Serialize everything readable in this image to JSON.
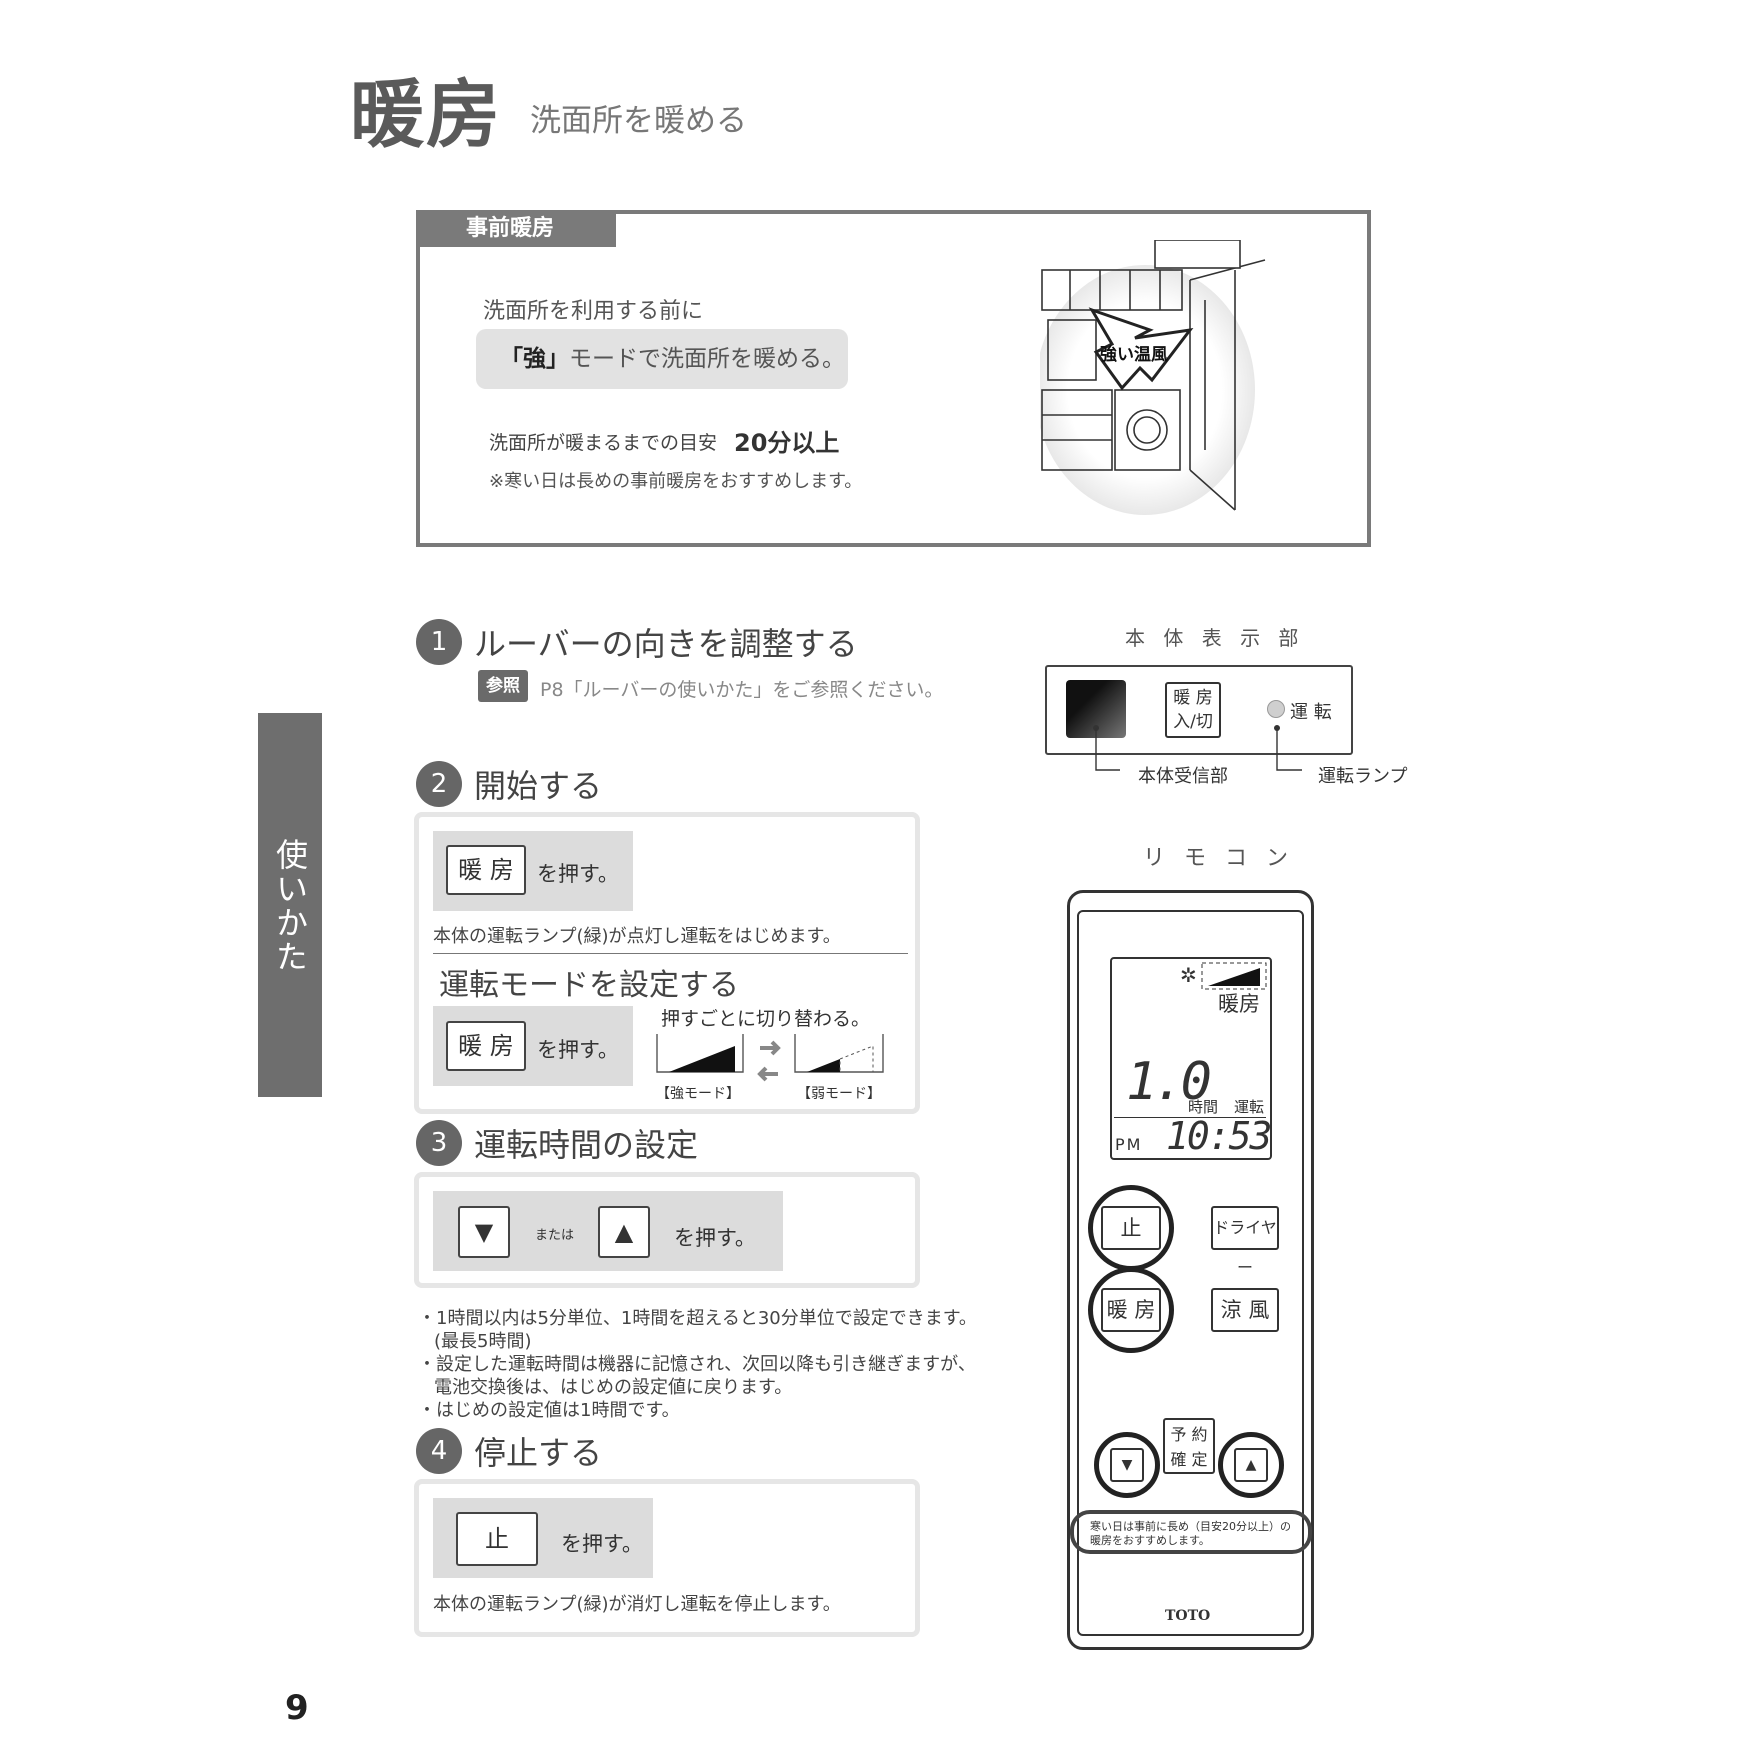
{
  "header": {
    "title": "暖房",
    "subtitle": "洗面所を暖める"
  },
  "side_tab": {
    "label": "使いかた"
  },
  "preheat": {
    "tab": "事前暖房",
    "line1": "洗面所を利用する前に",
    "mode_strong": "「強」",
    "mode_rest": "モードで洗面所を暖める。",
    "guide_label": "洗面所が暖まるまでの目安",
    "guide_value": "20分以上",
    "note": "※寒い日は長めの事前暖房をおすすめします。",
    "illustration_label": "強い温風"
  },
  "steps": {
    "s1": {
      "num": "1",
      "title": "ルーバーの向きを調整する",
      "ref_badge": "参照",
      "ref_text": "P8「ルーバーの使いかた」をご参照ください。"
    },
    "s2": {
      "num": "2",
      "title": "開始する",
      "key": "暖 房",
      "press": "を押す。",
      "desc": "本体の運転ランプ(緑)が点灯し運転をはじめます。",
      "mode_title": "運転モードを設定する",
      "key2": "暖 房",
      "press2": "を押す。",
      "toggle_note": "押すごとに切り替わる。",
      "mode_strong": "【強モード】",
      "mode_weak": "【弱モード】"
    },
    "s3": {
      "num": "3",
      "title": "運転時間の設定",
      "key_down": "▼",
      "or": "または",
      "key_up": "▲",
      "press": "を押す。",
      "notes": [
        "・1時間以内は5分単位、1時間を超えると30分単位で設定できます。",
        "(最長5時間)",
        "・設定した運転時間は機器に記憶され、次回以降も引き継ぎますが、",
        "電池交換後は、はじめの設定値に戻ります。",
        "・はじめの設定値は1時間です。"
      ]
    },
    "s4": {
      "num": "4",
      "title": "停止する",
      "key": "止",
      "press": "を押す。",
      "desc": "本体の運転ランプ(緑)が消灯し運転を停止します。"
    }
  },
  "body_display": {
    "label": "本 体 表 示 部",
    "key_line1": "暖 房",
    "key_line2": "入/切",
    "lamp_text": "運 転",
    "receiver_label": "本体受信部",
    "lamp_label": "運転ランプ"
  },
  "remote": {
    "label": "リ モ コ ン",
    "lcd_mode": "暖房",
    "lcd_time_value": "1.0",
    "lcd_time_unit": "時間",
    "lcd_run": "運転",
    "lcd_ampm": "PM",
    "lcd_clock": "10:53",
    "btn_stop": "止",
    "btn_dryer": "ドライヤー",
    "btn_heat": "暖 房",
    "btn_cool": "涼 風",
    "btn_reserve_1": "予 約",
    "btn_reserve_2": "確 定",
    "btn_down": "▼",
    "btn_up": "▲",
    "note_line1": "寒い日は事前に長め（目安20分以上）の",
    "note_line2": "暖房をおすすめします。",
    "brand": "TOTO"
  },
  "page_number": "9"
}
